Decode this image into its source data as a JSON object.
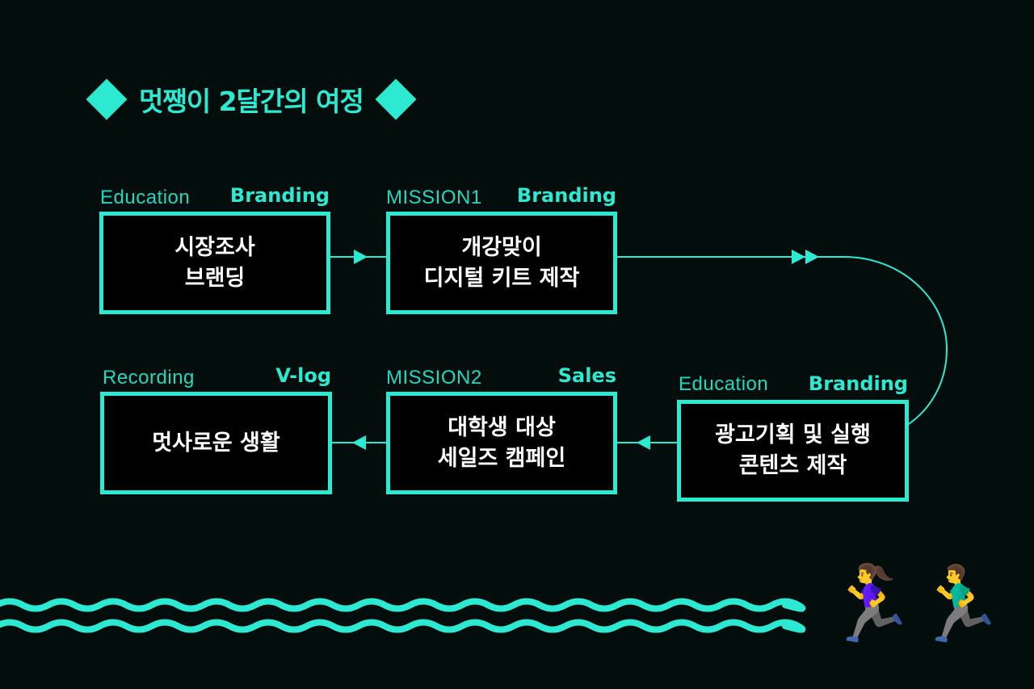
{
  "title": "멋쨍이 2달간의 여정",
  "steps": [
    {
      "left_tag": "Education",
      "right_tag": "Branding",
      "line1": "시장조사",
      "line2": "브랜딩"
    },
    {
      "left_tag": "MISSION1",
      "right_tag": "Branding",
      "line1": "개강맞이",
      "line2": "디지털 키트 제작"
    },
    {
      "left_tag": "Education",
      "right_tag": "Branding",
      "line1": "광고기획 및 실행",
      "line2": "콘텐츠 제작"
    },
    {
      "left_tag": "MISSION2",
      "right_tag": "Sales",
      "line1": "대학생 대상",
      "line2": "세일즈 캠페인"
    },
    {
      "left_tag": "Recording",
      "right_tag": "V-log",
      "line1": "멋사로운 생활",
      "line2": ""
    }
  ],
  "runners": {
    "woman": "🏃‍♀️",
    "man": "🏃‍♂️"
  },
  "colors": {
    "accent": "#2ce9d2",
    "background": "#030d0b",
    "box_fill": "#000000",
    "text": "#ffffff"
  },
  "icons": [
    "diamond-icon",
    "arrow-right-icon",
    "arrow-left-icon",
    "double-arrow-icon",
    "wave-icon",
    "runner-icon"
  ]
}
